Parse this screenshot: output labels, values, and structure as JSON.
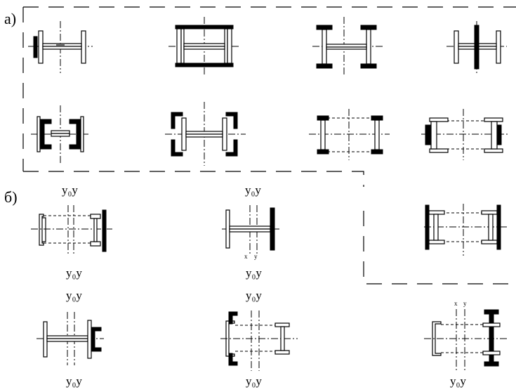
{
  "groups": {
    "a": {
      "label": "а)"
    },
    "b": {
      "label": "б)"
    }
  },
  "axis_label": "y₀y",
  "small_axis": {
    "x": "x",
    "y": "y"
  }
}
